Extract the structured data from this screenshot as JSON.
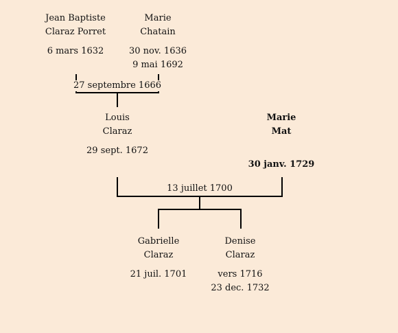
{
  "persons": {
    "jean": {
      "first": "Jean Baptiste",
      "last": "Claraz Porret",
      "birth": "6 mars 1632",
      "death": ""
    },
    "marie_chatain": {
      "first": "Marie",
      "last": "Chatain",
      "birth": "30 nov. 1636",
      "death": "9 mai 1692"
    },
    "louis": {
      "first": "Louis",
      "last": "Claraz",
      "birth": "29 sept. 1672",
      "death": ""
    },
    "marie_mat": {
      "first": "Marie",
      "last": "Mat",
      "birth": "",
      "death": "30 janv. 1729"
    },
    "gabrielle": {
      "first": "Gabrielle",
      "last": "Claraz",
      "birth": "21 juil. 1701",
      "death": ""
    },
    "denise": {
      "first": "Denise",
      "last": "Claraz",
      "birth": "vers 1716",
      "death": "23 dec. 1732"
    }
  },
  "unions": {
    "first": "27 septembre 1666",
    "second": "13 juillet 1700"
  }
}
